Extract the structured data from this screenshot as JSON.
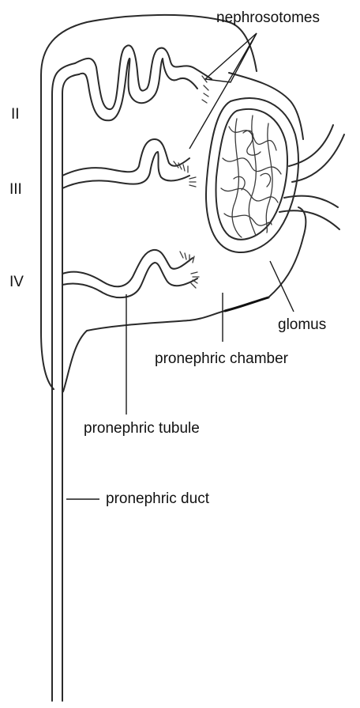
{
  "labels": {
    "nephrosotomes": "nephrosotomes",
    "glomus": "glomus",
    "pronephric_chamber": "pronephric chamber",
    "pronephric_tubule": "pronephric tubule",
    "pronephric_duct": "pronephric duct"
  },
  "segments": [
    "II",
    "III",
    "IV"
  ],
  "colors": {
    "ink": "#2a2a2a",
    "background": "#ffffff"
  }
}
